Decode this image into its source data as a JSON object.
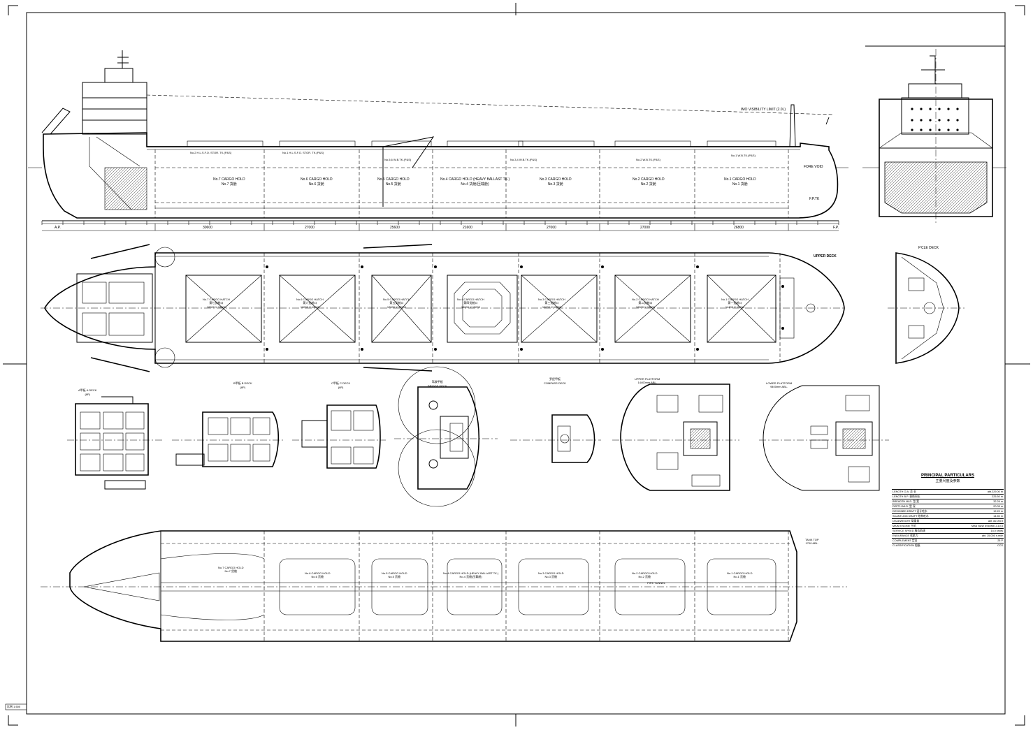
{
  "profile": {
    "holds": [
      {
        "x": "330",
        "label": "No.7 CARGO HOLD",
        "sub": "No.7 货舱"
      },
      {
        "x": "453",
        "label": "No.6 CARGO HOLD",
        "sub": "No.6 货舱"
      },
      {
        "x": "566",
        "label": "No.5 CARGO HOLD",
        "sub": "No.5 货舱"
      },
      {
        "x": "664",
        "label": "No.4 CARGO HOLD (HEAVY BALLAST TK.)",
        "sub": "No.4 货舱(压载舱)"
      },
      {
        "x": "795",
        "label": "No.3 CARGO HOLD",
        "sub": "No.3 货舱"
      },
      {
        "x": "928",
        "label": "No.2 CARGO HOLD",
        "sub": "No.2 货舱"
      },
      {
        "x": "1058",
        "label": "No.1 CARGO HOLD",
        "sub": "No.1 货舱"
      }
    ],
    "topside": [
      {
        "x": "300",
        "label": "No.2 H.L.S.F.O. STOR. TK.(P&S)"
      },
      {
        "x": "430",
        "label": "No.1 H.L.S.F.O. STOR. TK.(P&S)"
      },
      {
        "x": "555",
        "label": "No.5,6 W.B.TK.(P&S)"
      },
      {
        "x": "755",
        "label": "No.3,4 W.B.TK.(P&S)"
      },
      {
        "x": "930",
        "label": "No.2 W.B.TK.(P&S)"
      },
      {
        "x": "1065",
        "label": "No.1 W.B.TK.(P&S)"
      }
    ],
    "visibility": "IMO VISIBILITY LIMIT (2.0L)",
    "fore_void": "FORE VOID",
    "fpt": "F.P.TK",
    "ap": "A.P.",
    "fp": "F.P.",
    "spacings": [
      "30600",
      "27000",
      "25600",
      "21600",
      "27000",
      "27000",
      "26800"
    ]
  },
  "upper_deck": {
    "title": "UPPER DECK",
    "hatches": [
      {
        "label": "No.7 CARGO HATCH",
        "sub": "第七货舱口",
        "size": "16000 X 15000"
      },
      {
        "label": "No.6 CARGO HATCH",
        "sub": "第六货舱口",
        "size": "16000 X 15000"
      },
      {
        "label": "No.5 CARGO HATCH",
        "sub": "第五货舱口",
        "size": "12000 X 15000"
      },
      {
        "label": "No.4 CARGO HATCH",
        "sub": "第四货舱口",
        "size": "16000 X 15000"
      },
      {
        "label": "No.3 CARGO HATCH",
        "sub": "第三货舱口",
        "size": "16000 X 15000"
      },
      {
        "label": "No.2 CARGO HATCH",
        "sub": "第二货舱口",
        "size": "16000 X 15000"
      },
      {
        "label": "No.1 CARGO HATCH",
        "sub": "第一货舱口",
        "size": "14400 X 15000"
      }
    ]
  },
  "fcle_deck": {
    "title": "F'CLE DECK"
  },
  "decks": [
    {
      "title": "A甲板  A DECK",
      "sub": "(8P)"
    },
    {
      "title": "B甲板  B DECK",
      "sub": "(8P)"
    },
    {
      "title": "C甲板  C DECK",
      "sub": "(8P)"
    },
    {
      "title": "驾驶甲板",
      "sub": "BRIDGE DECK"
    },
    {
      "title": "罗经甲板",
      "sub": "COMPASS DECK"
    },
    {
      "title": "UPPER PLATFORM",
      "sub": "14400mm ABL."
    },
    {
      "title": "LOWER PLATFORM",
      "sub": "9400mm ABL."
    }
  ],
  "tank_top": {
    "label": "TANK TOP",
    "sub": "1700 ABL.",
    "pipe_tunnel": "PIPE TUNNEL",
    "holds": [
      {
        "label": "No.7 CARGO HOLD",
        "sub": "No.7 货舱"
      },
      {
        "label": "No.6 CARGO HOLD",
        "sub": "No.6 货舱"
      },
      {
        "label": "No.5 CARGO HOLD",
        "sub": "No.5 货舱"
      },
      {
        "label": "No.4 CARGO HOLD (HEAVY BALLAST TK.)",
        "sub": "No.4 货舱(压载舱)"
      },
      {
        "label": "No.3 CARGO HOLD",
        "sub": "No.3 货舱"
      },
      {
        "label": "No.2 CARGO HOLD",
        "sub": "No.2 货舱"
      },
      {
        "label": "No.1 CARGO HOLD",
        "sub": "No.1 货舱"
      }
    ]
  },
  "particulars": {
    "title": "PRINCIPAL PARTICULARS",
    "subtitle": "主要尺度及参数",
    "rows": [
      {
        "k": "LENGTH O.A.   总 长",
        "v": "abt.229.00 m"
      },
      {
        "k": "LENGTH B.P.   垂线间长",
        "v": "225.50 m"
      },
      {
        "k": "BREADTH MLD.   型 宽",
        "v": "32.26 m"
      },
      {
        "k": "DEPTH MLD.   型 深",
        "v": "20.05 m"
      },
      {
        "k": "DESIGNED DRAFT   设计吃水",
        "v": "12.20 m"
      },
      {
        "k": "SCANTLING DRAFT   结构吃水",
        "v": "14.50 m"
      },
      {
        "k": "DEADWEIGHT   载重量",
        "v": "abt. 82,000 t"
      },
      {
        "k": "MAIN ENGINE   主机",
        "v": "MAN B&W 6S60ME-C10.5"
      },
      {
        "k": "SERVICE SPEED   服务航速",
        "v": "14.0 knots"
      },
      {
        "k": "ENDURANCE   续航力",
        "v": "abt. 25,000 n.mile"
      },
      {
        "k": "COMPLEMENT   定员",
        "v": "25 P"
      },
      {
        "k": "CLASSIFICATION   船级",
        "v": "CCS"
      }
    ]
  },
  "corner_note": "比例 1:500"
}
